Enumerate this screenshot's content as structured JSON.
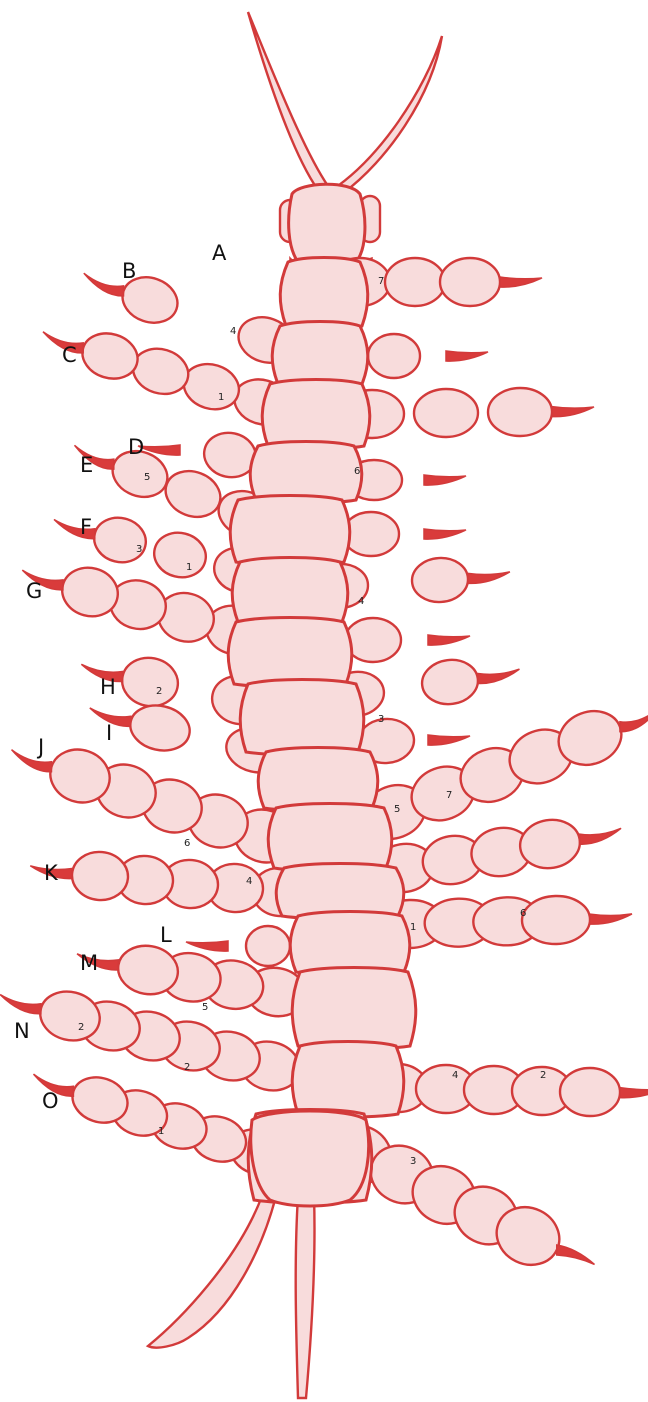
{
  "colors": {
    "outline": "#d23a3a",
    "fill": "#f8dcdc",
    "claw": "#d93b3b",
    "text": "#111111"
  },
  "leg_labels": [
    "A",
    "B",
    "C",
    "D",
    "E",
    "F",
    "G",
    "H",
    "I",
    "J",
    "K",
    "L",
    "M",
    "N",
    "O"
  ],
  "segment_numbers": [
    "7",
    "4",
    "1",
    "6",
    "5",
    "3",
    "1",
    "4",
    "2",
    "3",
    "5",
    "7",
    "6",
    "4",
    "1",
    "6",
    "5",
    "2",
    "2",
    "4",
    "2",
    "1",
    "3"
  ]
}
